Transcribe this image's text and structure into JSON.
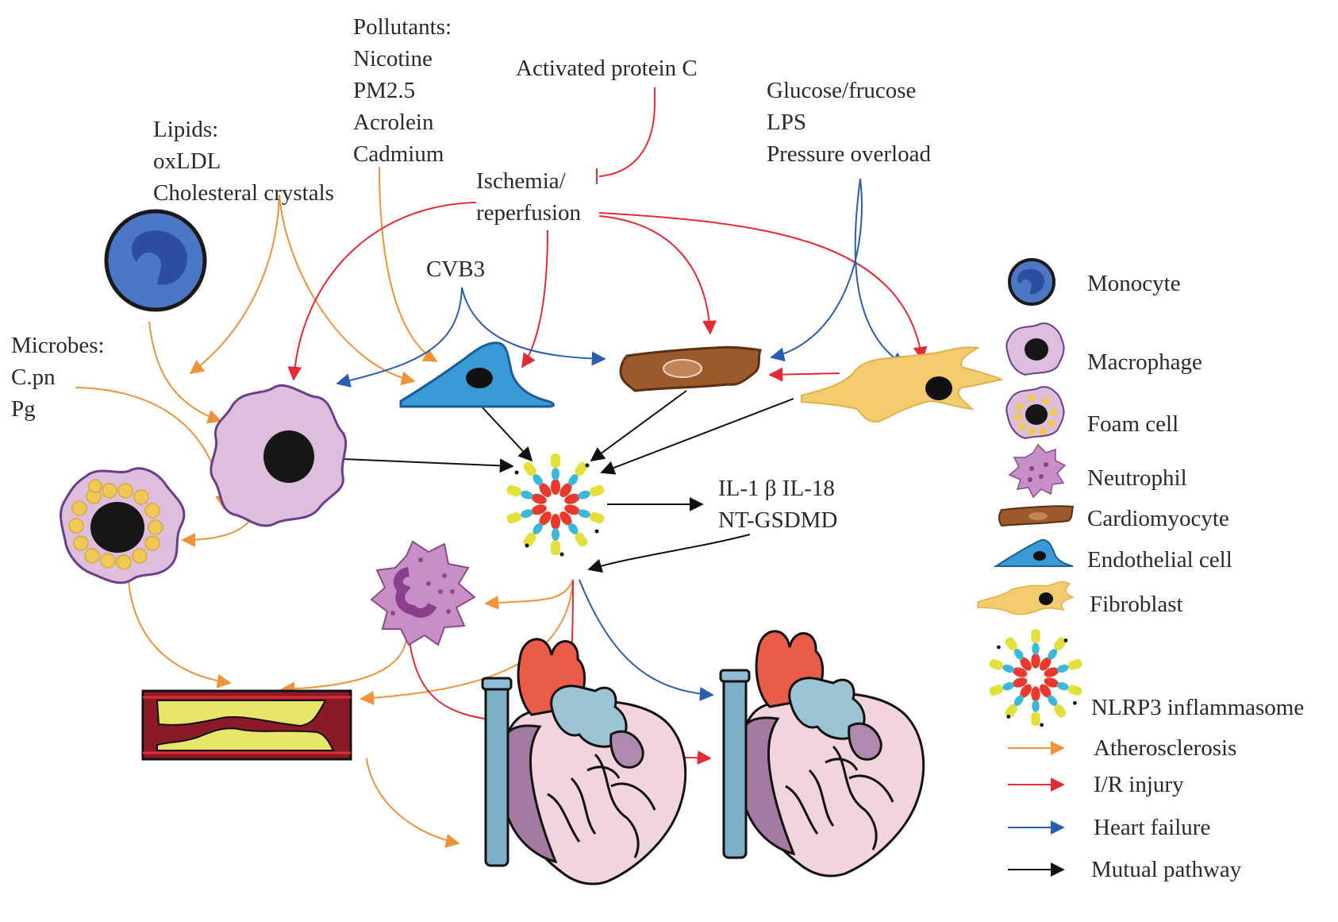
{
  "stimuli": {
    "pollutants": [
      "Pollutants:",
      "Nicotine",
      "PM2.5",
      "Acrolein",
      "Cadmium"
    ],
    "activated_protein_c": "Activated protein C",
    "metabolic": [
      "Glucose/frucose",
      "LPS",
      "Pressure overload"
    ],
    "lipids": [
      "Lipids:",
      "oxLDL",
      "Cholesteral crystals"
    ],
    "ischemia": [
      "Ischemia/",
      "reperfusion"
    ],
    "cvb3": "CVB3",
    "microbes": [
      "Microbes:",
      "C.pn",
      "Pg"
    ]
  },
  "products": {
    "line1": "IL-1 β  IL-18",
    "line2": "NT-GSDMD"
  },
  "legend": {
    "cells": [
      {
        "icon": "monocyte-icon",
        "label": "Monocyte"
      },
      {
        "icon": "macrophage-icon",
        "label": "Macrophage"
      },
      {
        "icon": "foam-cell-icon",
        "label": "Foam cell"
      },
      {
        "icon": "neutrophil-icon",
        "label": "Neutrophil"
      },
      {
        "icon": "cardiomyocyte-icon",
        "label": "Cardiomyocyte"
      },
      {
        "icon": "endothelial-cell-icon",
        "label": "Endothelial cell"
      },
      {
        "icon": "fibroblast-icon",
        "label": "Fibroblast"
      },
      {
        "icon": "nlrp3-inflammasome-icon",
        "label": "NLRP3 inflammasome"
      }
    ],
    "pathways": [
      {
        "label": "Atherosclerosis",
        "color": "#f0923a"
      },
      {
        "label": "I/R injury",
        "color": "#e32b35"
      },
      {
        "label": "Heart failure",
        "color": "#2a5db0"
      },
      {
        "label": "Mutual pathway",
        "color": "#111111"
      }
    ]
  },
  "colors": {
    "orange": "#f0923a",
    "red": "#e32b35",
    "blue": "#2a5db0",
    "black": "#111111"
  }
}
